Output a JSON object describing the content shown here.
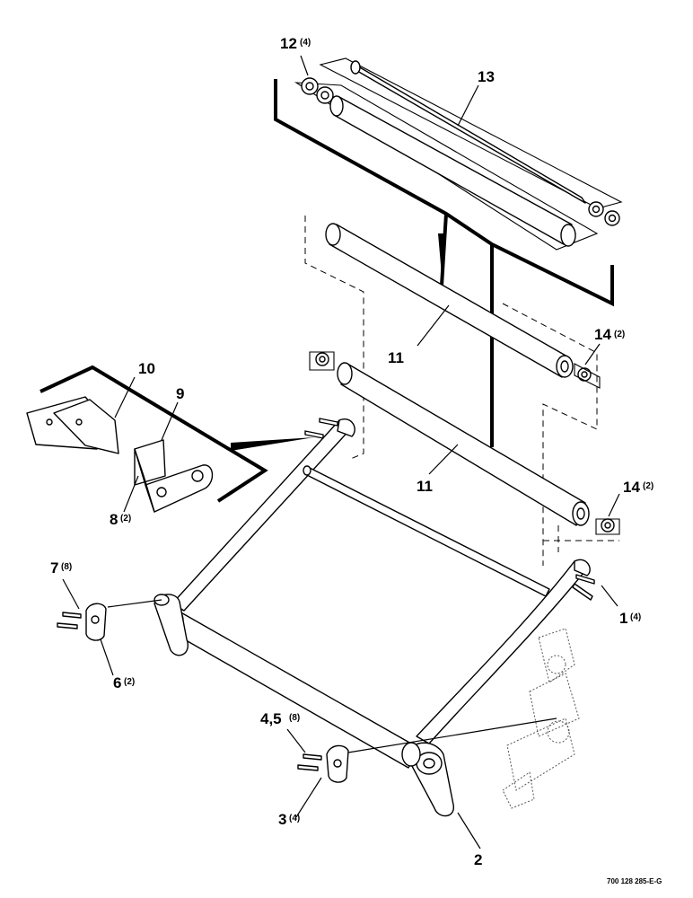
{
  "callouts": [
    {
      "id": "12",
      "number": "12",
      "qty": "(4)"
    },
    {
      "id": "13",
      "number": "13",
      "qty": ""
    },
    {
      "id": "11a",
      "number": "11",
      "qty": ""
    },
    {
      "id": "14a",
      "number": "14",
      "qty": "(2)"
    },
    {
      "id": "10",
      "number": "10",
      "qty": ""
    },
    {
      "id": "9",
      "number": "9",
      "qty": ""
    },
    {
      "id": "11b",
      "number": "11",
      "qty": ""
    },
    {
      "id": "14b",
      "number": "14",
      "qty": "(2)"
    },
    {
      "id": "8",
      "number": "8",
      "qty": "(2)"
    },
    {
      "id": "7",
      "number": "7",
      "qty": "(8)"
    },
    {
      "id": "1",
      "number": "1",
      "qty": "(4)"
    },
    {
      "id": "6",
      "number": "6",
      "qty": "(2)"
    },
    {
      "id": "45",
      "number": "4,5",
      "qty": "(8)"
    },
    {
      "id": "3",
      "number": "3",
      "qty": "(4)"
    },
    {
      "id": "2",
      "number": "2",
      "qty": ""
    }
  ],
  "figure_number": "700 128 285-E-G"
}
